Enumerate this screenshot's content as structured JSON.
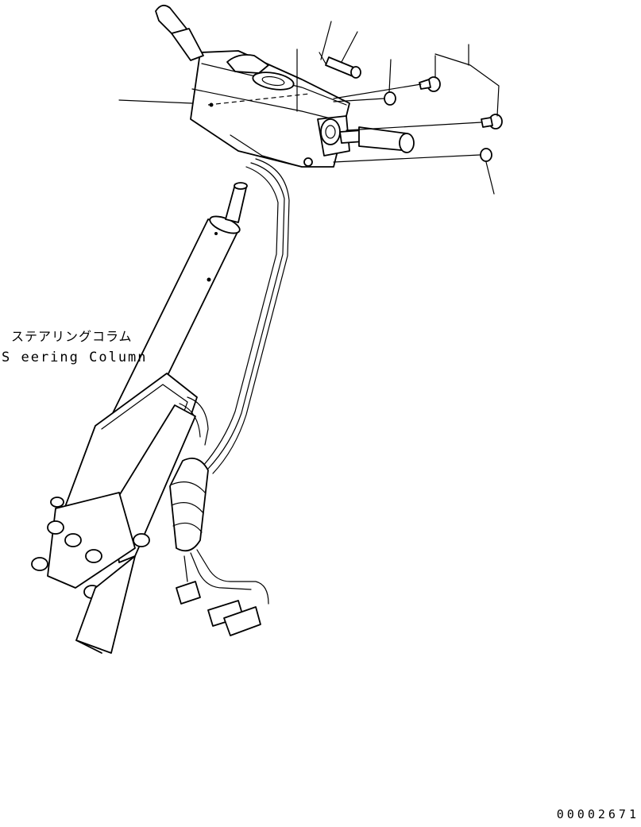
{
  "labels": {
    "component_jp": "ステアリングコラム",
    "component_en": "S eering Column",
    "drawing_number": "00002671"
  },
  "colors": {
    "line": "#000000",
    "background": "#ffffff"
  }
}
